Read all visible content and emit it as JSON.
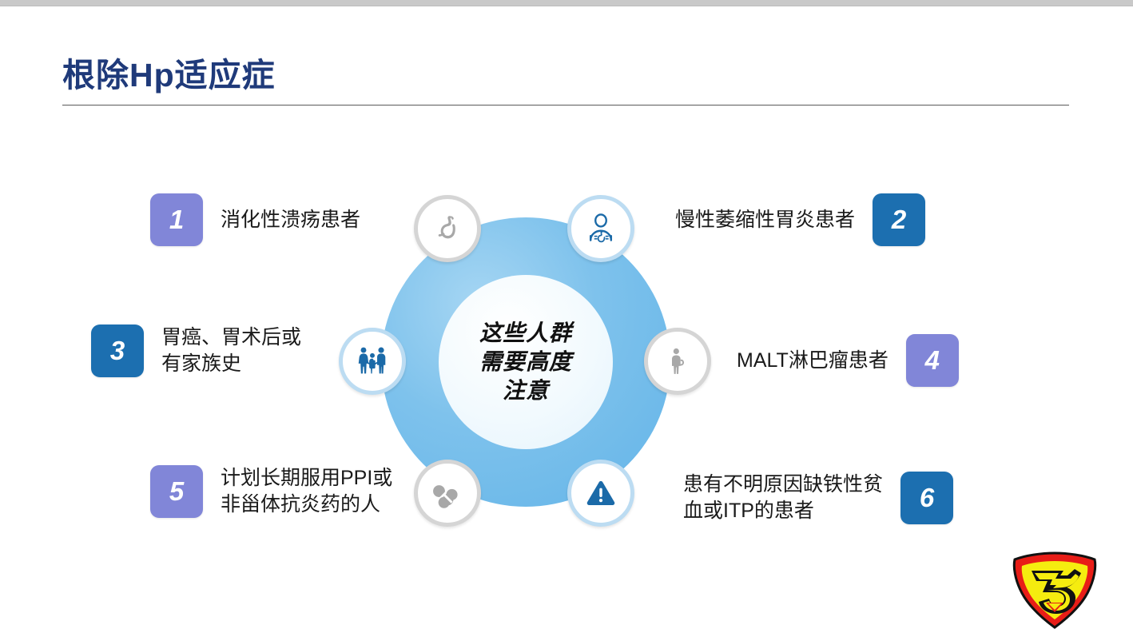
{
  "slide": {
    "title": "根除Hp适应症",
    "center_text": "这些人群\n需要高度\n注意",
    "colors": {
      "title": "#1f3a7a",
      "badge_purple": "#8186d8",
      "badge_blue": "#1c6fb0",
      "ring_blue": "#7ec2ec",
      "core_blue": "#eaf6fd",
      "icon_gray": "#a8a8a8",
      "icon_blue": "#1b6aa8",
      "logo_red": "#e81d17",
      "logo_yellow": "#f5ec0f"
    },
    "items": [
      {
        "number": "1",
        "label": "消化性溃疡患者",
        "badge_color": "purple",
        "side": "left",
        "icon": "stomach-icon",
        "icon_tone": "gray"
      },
      {
        "number": "2",
        "label": "慢性萎缩性胃炎患者",
        "badge_color": "blue",
        "side": "right",
        "icon": "person-stomach-icon",
        "icon_tone": "blue"
      },
      {
        "number": "3",
        "label": "胃癌、胃术后或\n有家族史",
        "badge_color": "blue",
        "side": "left",
        "icon": "family-icon",
        "icon_tone": "blue"
      },
      {
        "number": "4",
        "label": "MALT淋巴瘤患者",
        "badge_color": "purple",
        "side": "right",
        "icon": "person-icon",
        "icon_tone": "gray"
      },
      {
        "number": "5",
        "label": "计划长期服用PPI或\n非甾体抗炎药的人",
        "badge_color": "purple",
        "side": "left",
        "icon": "pills-icon",
        "icon_tone": "gray"
      },
      {
        "number": "6",
        "label": "患有不明原因缺铁性贫\n血或ITP的患者",
        "badge_color": "blue",
        "side": "right",
        "icon": "warning-triangle-icon",
        "icon_tone": "blue"
      }
    ],
    "logo": {
      "name": "superman-shield-5-logo",
      "text": "5"
    }
  }
}
